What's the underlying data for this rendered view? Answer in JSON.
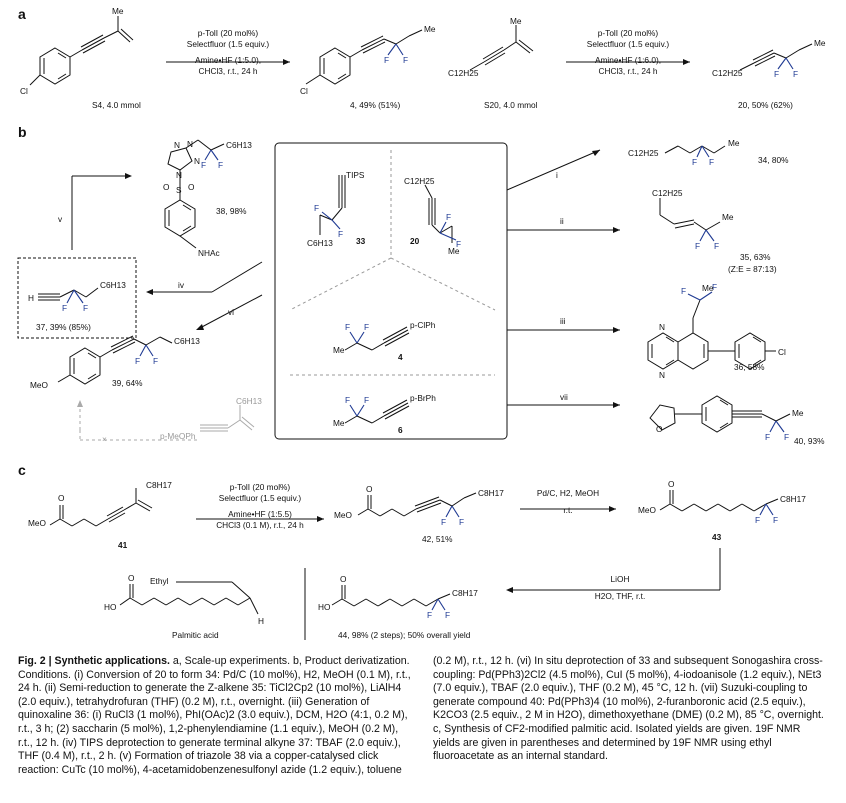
{
  "panels": {
    "a": "a",
    "b": "b",
    "c": "c"
  },
  "panel_a": {
    "reaction1": {
      "conditions": [
        "p-TolI (20 mol%)",
        "Selectfluor (1.5 equiv.)",
        "Amine•HF (1:5.0),",
        "CHCl3, r.t., 24 h"
      ],
      "start": "S4, 4.0 mmol",
      "product": "4, 49% (51%)"
    },
    "reaction2": {
      "conditions": [
        "p-TolI (20 mol%)",
        "Selectfluor (1.5 equiv.)",
        "Amine•HF (1:6.0),",
        "CHCl3, r.t., 24 h"
      ],
      "start": "S20, 4.0 mmol",
      "product": "20, 50% (62%)"
    }
  },
  "panel_b": {
    "center_compounds": [
      "33",
      "20",
      "4",
      "6"
    ],
    "center_substituents": {
      "tips": "TIPS",
      "c12h25": "C12H25",
      "c6h13": "C6H13",
      "me": "Me",
      "pclph": "p-ClPh",
      "pbrph": "p-BrPh"
    },
    "arrows": [
      "i",
      "ii",
      "iii",
      "iv",
      "v",
      "vi",
      "vii"
    ],
    "products": {
      "p34": "34, 80%",
      "p35": "35, 63%",
      "p35_ratio": "(Z:E = 87:13)",
      "p36": "36, 58%",
      "p37": "37, 39% (85%)",
      "p38": "38, 98%",
      "p39": "39, 64%",
      "p40": "40, 93%"
    },
    "labels": {
      "nhac": "NHAc",
      "meo": "MeO",
      "cl": "Cl",
      "pmeoph": "p-MeOPh",
      "x": "×"
    }
  },
  "panel_c": {
    "step1_conditions": [
      "p-TolI (20 mol%)",
      "Selectfluor (1.5 equiv.)",
      "Amine•HF (1:5.5)",
      "CHCl3 (0.1 M), r.t., 24 h"
    ],
    "step2_conditions": [
      "Pd/C, H2, MeOH",
      "r.t."
    ],
    "step3_conditions": [
      "LiOH",
      "H2O, THF, r.t."
    ],
    "compounds": {
      "c41": "41",
      "c42": "42, 51%",
      "c43": "43",
      "c44": "44, 98% (2 steps); 50% overall yield",
      "palmitic": "Palmitic acid"
    },
    "labels": {
      "meo": "MeO",
      "ho": "HO",
      "c8h17": "C8H17",
      "ethyl": "Ethyl",
      "h": "H"
    }
  },
  "caption": {
    "fig": "Fig. 2 |",
    "title": "Synthetic applications.",
    "text": " a, Scale-up experiments. b, Product derivatization. Conditions. (i) Conversion of 20 to form 34: Pd/C (10 mol%), H2, MeOH (0.1 M), r.t., 24 h. (ii) Semi-reduction to generate the Z-alkene 35: TiCl2Cp2 (10 mol%), LiAlH4 (2.0 equiv.), tetrahydrofuran (THF) (0.2 M), r.t., overnight. (iii) Generation of quinoxaline 36: (i) RuCl3 (1 mol%), PhI(OAc)2 (3.0 equiv.), DCM, H2O (4:1, 0.2 M), r.t., 3 h; (2) saccharin (5 mol%), 1,2-phenylendiamine (1.1 equiv.), MeOH (0.2 M), r.t., 12 h. (iv) TIPS deprotection to generate terminal alkyne 37: TBAF (2.0 equiv.), THF (0.4 M), r.t., 2 h. (v) Formation of triazole 38 via a copper-catalysed click reaction: CuTc (10 mol%), 4-acetamidobenzenesulfonyl azide (1.2 equiv.), toluene (0.2 M), r.t., 12 h. (vi) In situ deprotection of 33 and subsequent Sonogashira cross-coupling: Pd(PPh3)2Cl2 (4.5 mol%), CuI (5 mol%), 4-iodoanisole (1.2 equiv.), NEt3 (7.0 equiv.), TBAF (2.0 equiv.), THF (0.2 M), 45 °C, 12 h. (vii) Suzuki-coupling to generate compound 40: Pd(PPh3)4 (10 mol%), 2-furanboronic acid (2.5 equiv.), K2CO3 (2.5 equiv., 2 M in H2O), dimethoxyethane (DME) (0.2 M), 85 °C, overnight. c, Synthesis of CF2-modified palmitic acid. Isolated yields are given. 19F NMR yields are given in parentheses and determined by 19F NMR using ethyl fluoroacetate as an internal standard."
  }
}
